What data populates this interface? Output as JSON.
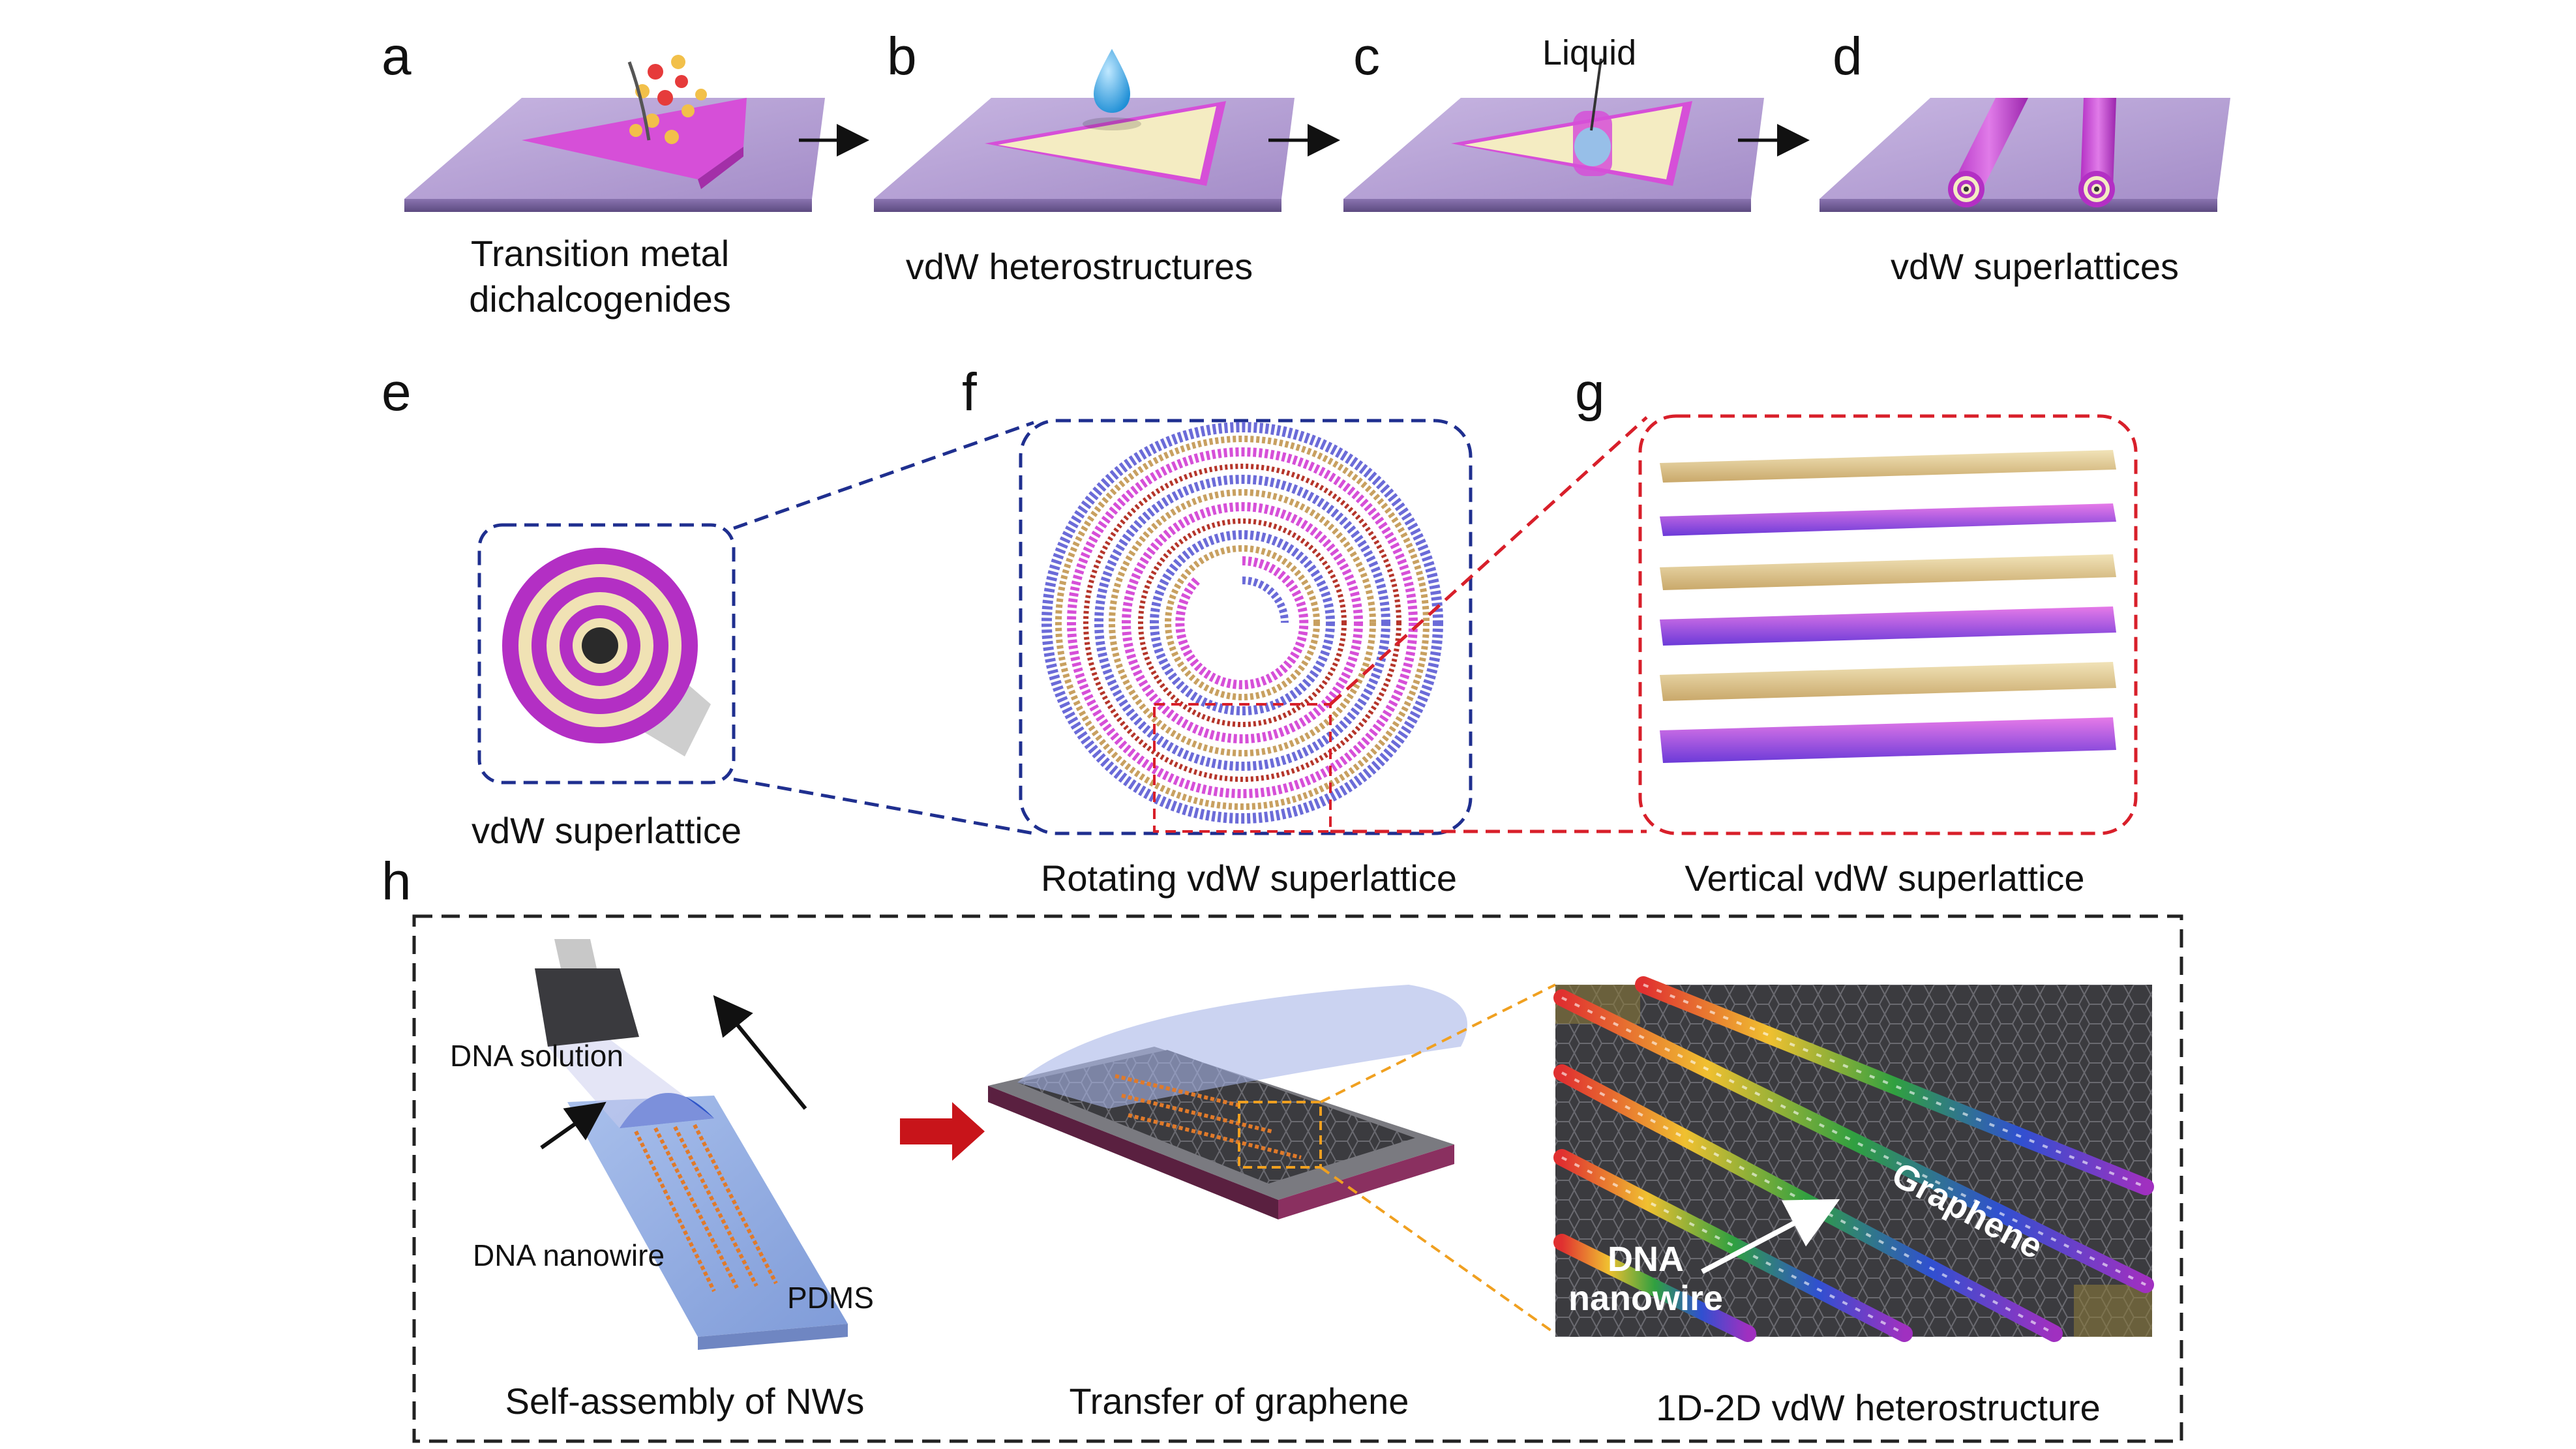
{
  "panels": {
    "a": {
      "letter": "a",
      "caption_line1": "Transition metal",
      "caption_line2": "dichalcogenides"
    },
    "b": {
      "letter": "b",
      "caption": "vdW heterostructures"
    },
    "c": {
      "letter": "c",
      "label": "Liquid"
    },
    "d": {
      "letter": "d",
      "caption": "vdW superlattices"
    },
    "e": {
      "letter": "e",
      "caption": "vdW superlattice"
    },
    "f": {
      "letter": "f",
      "caption": "Rotating vdW superlattice"
    },
    "g": {
      "letter": "g",
      "caption": "Vertical vdW superlattice"
    },
    "h": {
      "letter": "h",
      "dna_solution": "DNA solution",
      "dna_nanowire": "DNA nanowire",
      "pdms": "PDMS",
      "step1": "Self-assembly of NWs",
      "step2": "Transfer of graphene",
      "step3": "1D-2D vdW heterostructure",
      "graphene": "Graphene",
      "inset_dna_line1": "DNA",
      "inset_dna_line2": "nanowire"
    }
  },
  "colors": {
    "substrate": "#b9a3d6",
    "tmd_magenta": "#d64fd8",
    "heterolayer_cream": "#f4ecc2",
    "blue_dash": "#1f2f8f",
    "red_dash": "#d81f2a",
    "orange_dash": "#f0a020",
    "transfer_arrow": "#c8141a"
  }
}
